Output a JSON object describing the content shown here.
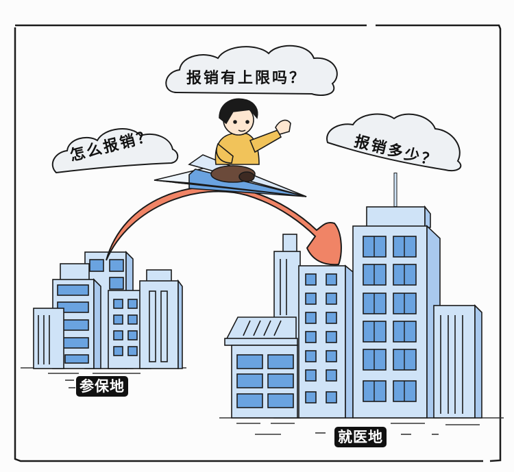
{
  "illustration": {
    "bubbles": [
      {
        "id": "top",
        "text": "报销有上限吗？"
      },
      {
        "id": "left",
        "text": "怎么报销？"
      },
      {
        "id": "right",
        "text": "报销多少？"
      }
    ],
    "labels": {
      "origin": "参保地",
      "destination": "就医地"
    },
    "colors": {
      "background": "#fcfcfc",
      "building_light": "#cfe3f7",
      "building_side": "#a9c9ee",
      "window": "#6aa3e0",
      "arrow": "#f08466",
      "jacket": "#f1c35a",
      "pants": "#6b4a3a",
      "outline": "#1a1a1a",
      "label_bg": "#111111",
      "label_fg": "#ffffff"
    }
  }
}
